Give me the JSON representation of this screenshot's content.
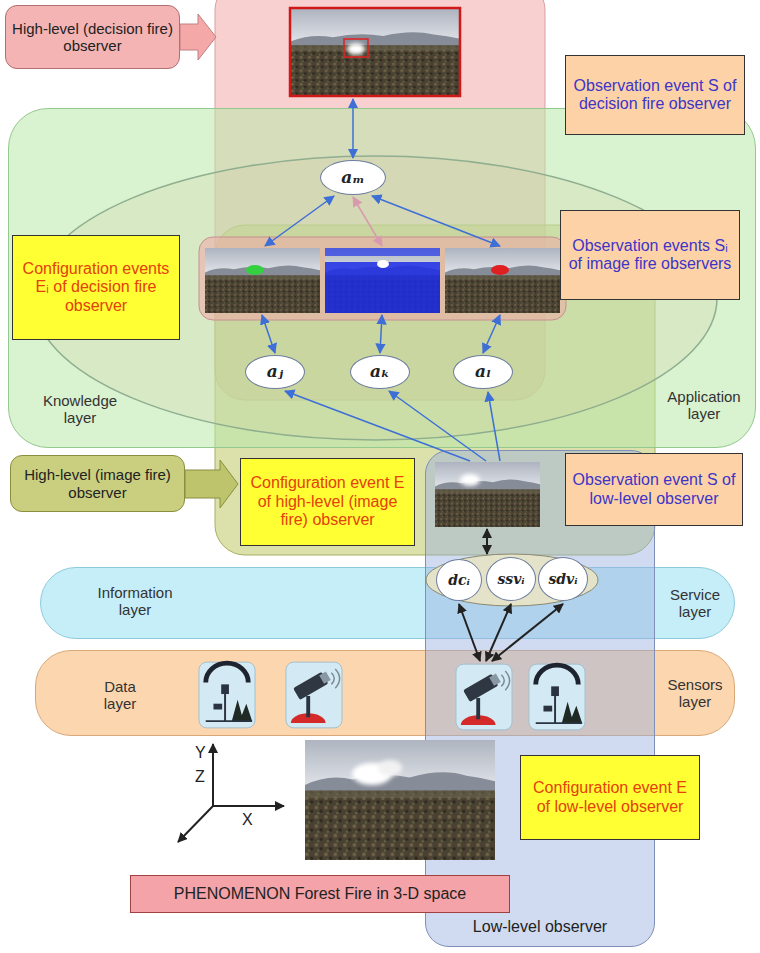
{
  "diagram": {
    "nodes": [
      {
        "text": [
          "High-level (decision fire) observer"
        ]
      },
      {
        "text": [
          "Observation event S of decision fire observer"
        ]
      },
      {
        "text": [
          "Knowledge layer",
          "Application layer"
        ]
      },
      {
        "text": [
          "aₘ"
        ],
        "in": 2
      },
      {
        "text": [
          "Configuration events Eᵢ of decision fire observer"
        ],
        "in": 2
      },
      {
        "text": [
          "Observation events Sᵢ of image fire observers"
        ],
        "in": 2
      },
      {
        "text": [
          "aⱼ"
        ],
        "in": 2
      },
      {
        "text": [
          "aₖ"
        ],
        "in": 2
      },
      {
        "text": [
          "aₗ"
        ],
        "in": 2
      },
      {
        "text": [
          "High-level (image fire) observer"
        ]
      },
      {
        "text": [
          "Configuration event E of high-level (image fire) observer"
        ]
      },
      {
        "text": [
          "Observation event S of low-level observer"
        ]
      },
      {
        "text": [
          "Information layer",
          "Service layer"
        ]
      },
      {
        "text": [
          "Data layer",
          "Sensors layer"
        ]
      },
      {
        "text": [
          "Low-level observer"
        ]
      },
      {
        "text": [
          "dcᵢ"
        ],
        "in": 14
      },
      {
        "text": [
          "ssvᵢ"
        ],
        "in": 14
      },
      {
        "text": [
          "sdvᵢ"
        ],
        "in": 14
      },
      {
        "text": [
          "Configuration event E of low-level observer"
        ]
      },
      {
        "text": [
          "PHENOMENON Forest Fire in 3-D space"
        ]
      }
    ],
    "labels": [
      "Y",
      "Z",
      "X"
    ]
  }
}
